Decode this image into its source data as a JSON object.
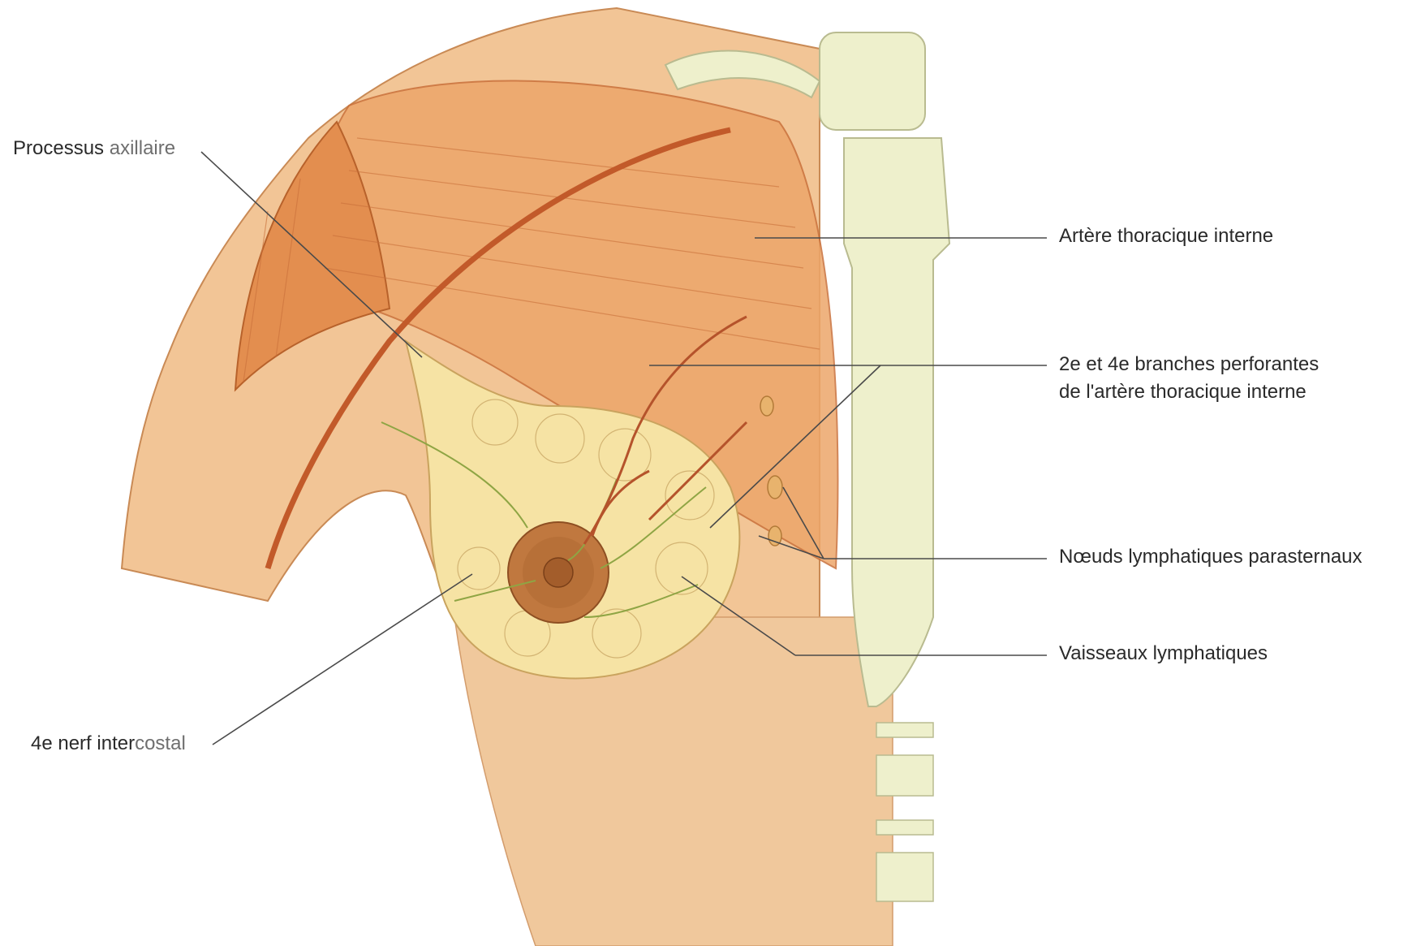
{
  "labels": {
    "axillary_process": {
      "part1": "Processus ",
      "part2": "axillaire"
    },
    "internal_thoracic_artery": "Artère thoracique interne",
    "perforating_branches": {
      "line1": "2e et 4e branches perforantes",
      "line2": "de l'artère thoracique interne"
    },
    "parasternal_nodes": "Nœuds lymphatiques parasternaux",
    "lymphatic_vessels": "Vaisseaux lymphatiques",
    "intercostal_nerve": {
      "part1": "4e nerf inter",
      "part2": "costal"
    }
  },
  "colors": {
    "background": "#ffffff",
    "skin": "#f2c596",
    "muscle": "#e79b5d",
    "muscle_dark": "#c9703a",
    "gland": "#f6e3a4",
    "areola": "#c0783f",
    "bone": "#eef0cc",
    "bone_edge": "#b9bb90",
    "nerve": "#8fa544",
    "artery": "#b5532b",
    "leader_line": "#4a4a4a"
  }
}
